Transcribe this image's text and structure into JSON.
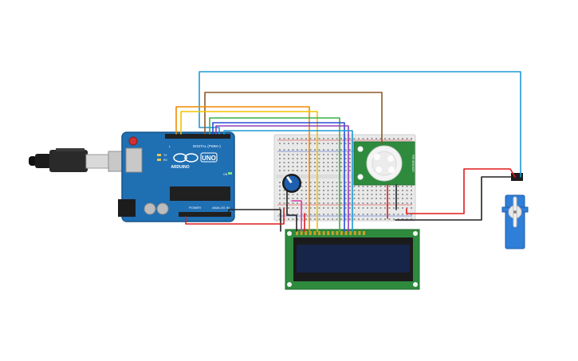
{
  "board": {
    "digital_label": "DIGITAL (PWM~)",
    "brand": "ARDUINO",
    "model": "UNO",
    "power_label": "POWER",
    "analog_label": "ANALOG IN",
    "led_on": "ON",
    "led_tx": "TX",
    "led_rx": "RX",
    "led_l": "L"
  },
  "pir": {
    "side_label": "PIR SENSOR"
  },
  "colors": {
    "board": "#1f6fb3",
    "usb_plug": "#111111",
    "breadboard": "#e9e9e9",
    "lcd_pcb": "#2e8b3e",
    "lcd_screen": "#18254a",
    "pir_pcb": "#2e8b3e",
    "servo": "#2f7ed8",
    "wire_black": "#222222",
    "wire_red": "#e01c1c",
    "wire_orange": "#f08a00",
    "wire_yellow": "#f2c300",
    "wire_green": "#3cb043",
    "wire_blue": "#2b4cd8",
    "wire_purple": "#8e3fb8",
    "wire_cyan": "#1e9ad6",
    "wire_brown": "#8b5a2b",
    "wire_magenta": "#d43fa0",
    "pot_knob": "#1e5fb0"
  },
  "icons": {
    "usb": "usb-cable-icon",
    "potentiometer": "potentiometer-icon",
    "servo": "servo-motor-icon",
    "pir": "pir-sensor-icon"
  }
}
